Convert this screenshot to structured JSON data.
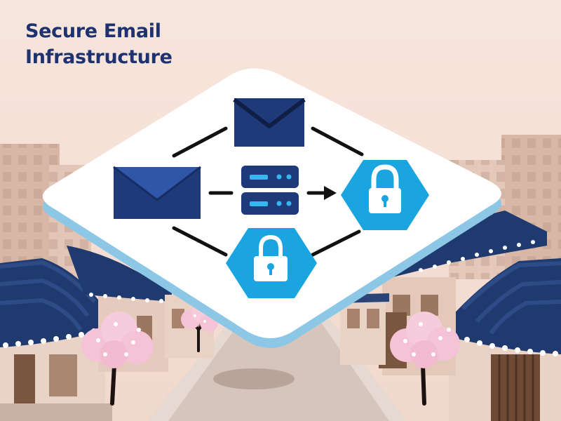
{
  "title": {
    "line1": "Secure Email",
    "line2": "Infrastructure"
  },
  "colors": {
    "background": "#f6e3da",
    "title": "#1f3270",
    "envelope_navy": "#1f3a78",
    "envelope_blue": "#2b4f9e",
    "server": "#1f3a78",
    "server_indicator": "#35b8f0",
    "lock_hexagon": "#1aa4e0",
    "connector": "#111111",
    "card": "#ffffff",
    "card_edge": "#8cc7e6",
    "roof": "#1f3a6e",
    "blossom": "#f4c3d6",
    "building": "#d9b9a8"
  },
  "diagram": {
    "nodes": [
      {
        "id": "sender-email",
        "icon": "envelope-icon"
      },
      {
        "id": "top-email",
        "icon": "envelope-icon"
      },
      {
        "id": "mail-server",
        "icon": "server-icon"
      },
      {
        "id": "encryption-right",
        "icon": "lock-icon"
      },
      {
        "id": "encryption-bottom",
        "icon": "lock-icon"
      }
    ],
    "edges": [
      {
        "from": "sender-email",
        "to": "top-email"
      },
      {
        "from": "sender-email",
        "to": "encryption-bottom"
      },
      {
        "from": "top-email",
        "to": "encryption-right"
      },
      {
        "from": "encryption-bottom",
        "to": "encryption-right"
      },
      {
        "from": "sender-email",
        "to": "mail-server"
      },
      {
        "from": "mail-server",
        "to": "encryption-right",
        "arrow": true
      }
    ]
  }
}
